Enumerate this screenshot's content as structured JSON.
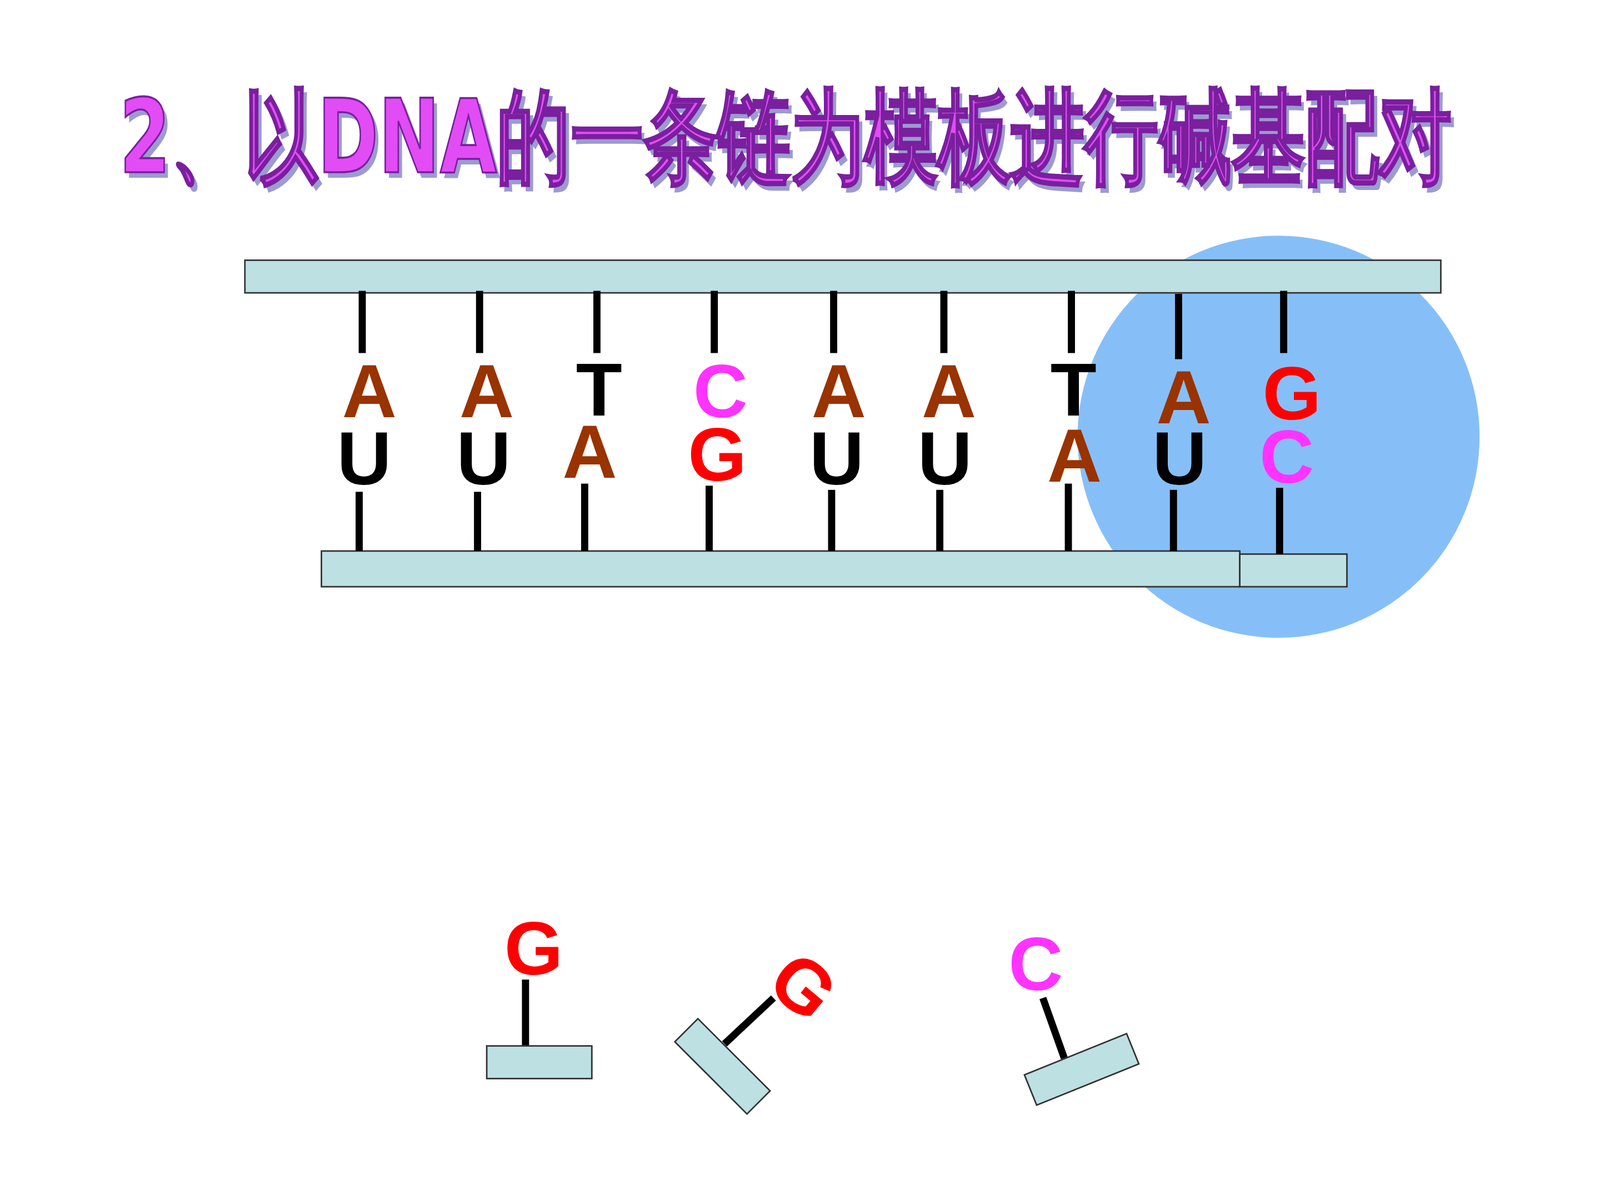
{
  "diagram": {
    "title": "2、以DNA的一条链为模板进行碱基配对",
    "labels": [
      "A",
      "A",
      "T",
      "C",
      "A",
      "A",
      "T",
      "A",
      "G",
      "U",
      "U",
      "A",
      "G",
      "U",
      "U",
      "A",
      "U",
      "C",
      "G",
      "G",
      "C"
    ]
  }
}
